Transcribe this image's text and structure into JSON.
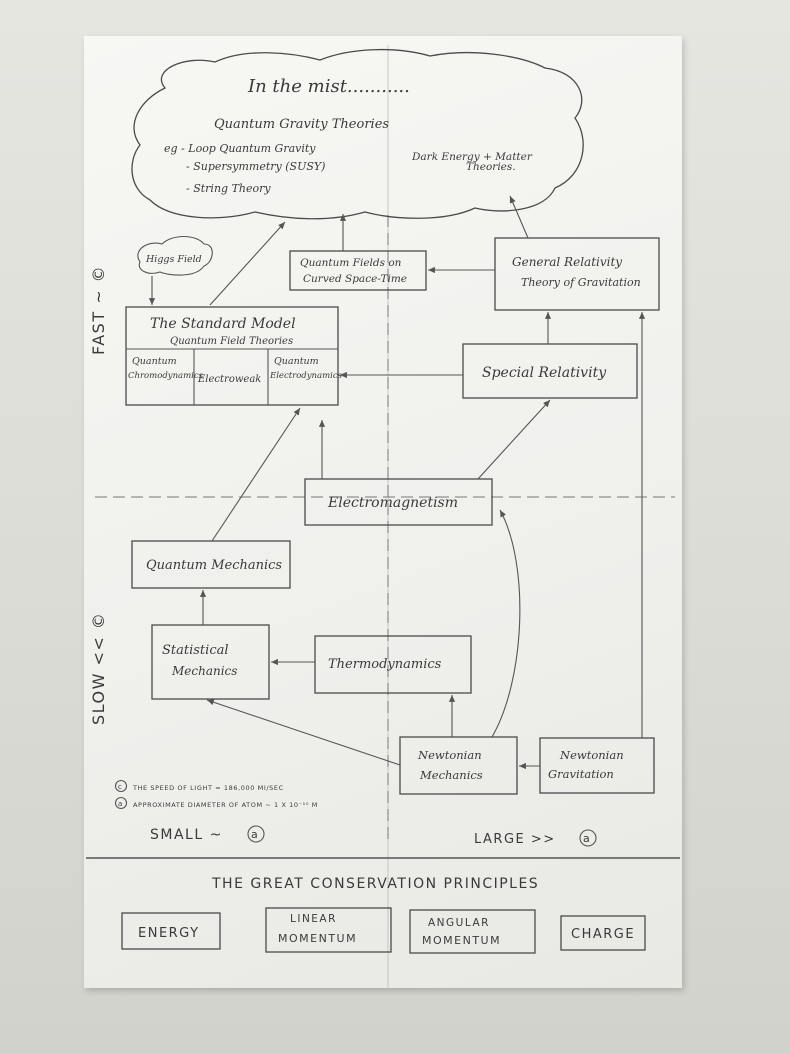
{
  "cloud": {
    "title": "In the mist...........",
    "qg_heading": "Quantum Gravity Theories",
    "qg_items": [
      "eg - Loop Quantum Gravity",
      "- Supersymmetry (SUSY)",
      "- String Theory"
    ],
    "dark_energy_line1": "Dark Energy + Matter",
    "dark_energy_line2": "Theories."
  },
  "axis": {
    "fast": "FAST ~ ©",
    "slow": "SLOW << ©",
    "small": "SMALL ~",
    "small_symbol": "a",
    "large": "LARGE >>",
    "large_symbol": "a"
  },
  "higgs": "Higgs Field",
  "nodes": {
    "qft_curved": [
      "Quantum Fields on",
      "Curved Space-Time"
    ],
    "general_relativity": [
      "General Relativity",
      "Theory of Gravitation"
    ],
    "standard_model": {
      "title": "The Standard Model",
      "subtitle": "Quantum Field Theories",
      "qcd": [
        "Quantum",
        "Chromodynamics"
      ],
      "electroweak": "Electroweak",
      "qed": [
        "Quantum",
        "Electrodynamics"
      ]
    },
    "special_relativity": "Special Relativity",
    "electromagnetism": "Electromagnetism",
    "quantum_mechanics": "Quantum Mechanics",
    "statistical_mechanics": [
      "Statistical",
      "Mechanics"
    ],
    "thermodynamics": "Thermodynamics",
    "newtonian_mechanics": [
      "Newtonian",
      "Mechanics"
    ],
    "newtonian_gravitation": [
      "Newtonian",
      "Gravitation"
    ]
  },
  "legend": [
    {
      "symbol": "c",
      "text": "THE SPEED OF LIGHT = 186,000 MI/SEC"
    },
    {
      "symbol": "a",
      "text": "APPROXIMATE DIAMETER OF ATOM ~ 1 X 10⁻¹⁰ M"
    }
  ],
  "conservation": {
    "title": "THE GREAT CONSERVATION PRINCIPLES",
    "items": [
      {
        "line1": "ENERGY",
        "line2": ""
      },
      {
        "line1": "LINEAR",
        "line2": "MOMENTUM"
      },
      {
        "line1": "ANGULAR",
        "line2": "MOMENTUM"
      },
      {
        "line1": "CHARGE",
        "line2": ""
      }
    ]
  }
}
